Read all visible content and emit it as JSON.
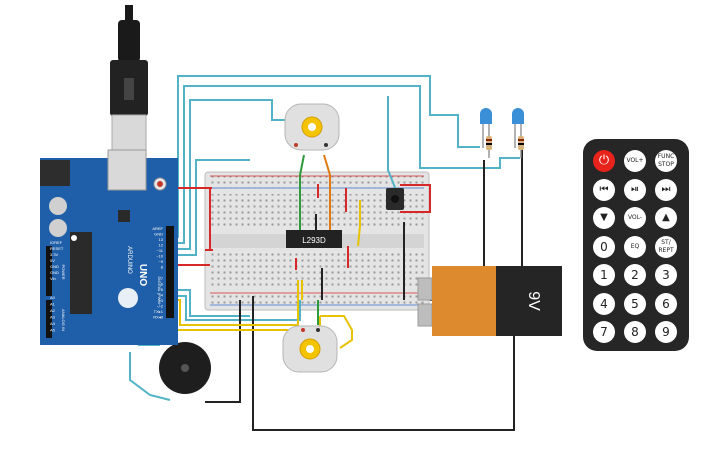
{
  "board": {
    "logo_text": "ARDUINO",
    "model": "UNO",
    "header_top": [
      "AREF",
      "GND",
      "13",
      "12",
      "~11",
      "~10",
      "~9",
      "8"
    ],
    "header_top2": [
      "7",
      "~6",
      "~5",
      "4",
      "~3",
      "2",
      "TX▸1",
      "RX◂0"
    ],
    "digital_label": "DIGITAL (PWM~)",
    "power_pins": [
      "IOREF",
      "RESET",
      "3.3V",
      "5V",
      "GND",
      "GND",
      "Vin"
    ],
    "power_label": "POWER",
    "analog_pins": [
      "A0",
      "A1",
      "A2",
      "A3",
      "A4",
      "A5"
    ],
    "analog_label": "ANALOG IN"
  },
  "chip": {
    "label": "L293D"
  },
  "battery": {
    "label": "9V"
  },
  "remote": {
    "buttons": [
      {
        "label": "⏻",
        "name": "power-button",
        "cls": "power"
      },
      {
        "label": "VOL+",
        "name": "vol-up-button",
        "cls": "small"
      },
      {
        "label": "FUNC STOP",
        "name": "func-stop-button",
        "cls": "small"
      },
      {
        "label": "⏮",
        "name": "previous-button",
        "cls": "sym"
      },
      {
        "label": "⏯",
        "name": "play-pause-button",
        "cls": "sym"
      },
      {
        "label": "⏭",
        "name": "next-button",
        "cls": "sym"
      },
      {
        "label": "▼",
        "name": "down-button",
        "cls": "sym"
      },
      {
        "label": "VOL-",
        "name": "vol-down-button",
        "cls": "small"
      },
      {
        "label": "▲",
        "name": "up-button",
        "cls": "sym"
      },
      {
        "label": "0",
        "name": "digit-0-button",
        "cls": ""
      },
      {
        "label": "EQ",
        "name": "eq-button",
        "cls": "small"
      },
      {
        "label": "ST/ REPT",
        "name": "st-rept-button",
        "cls": "small"
      },
      {
        "label": "1",
        "name": "digit-1-button",
        "cls": ""
      },
      {
        "label": "2",
        "name": "digit-2-button",
        "cls": ""
      },
      {
        "label": "3",
        "name": "digit-3-button",
        "cls": ""
      },
      {
        "label": "4",
        "name": "digit-4-button",
        "cls": ""
      },
      {
        "label": "5",
        "name": "digit-5-button",
        "cls": ""
      },
      {
        "label": "6",
        "name": "digit-6-button",
        "cls": ""
      },
      {
        "label": "7",
        "name": "digit-7-button",
        "cls": ""
      },
      {
        "label": "8",
        "name": "digit-8-button",
        "cls": ""
      },
      {
        "label": "9",
        "name": "digit-9-button",
        "cls": ""
      }
    ]
  },
  "colors": {
    "board": "#1f5ea8",
    "wire_cyan": "#53b3c6",
    "wire_red": "#d62828",
    "wire_black": "#222222",
    "wire_yellow": "#e6c200",
    "wire_green": "#2e9a3b",
    "wire_orange": "#e07a10",
    "led": "#3a8fd6",
    "battery_orange": "#dd8a2e"
  }
}
